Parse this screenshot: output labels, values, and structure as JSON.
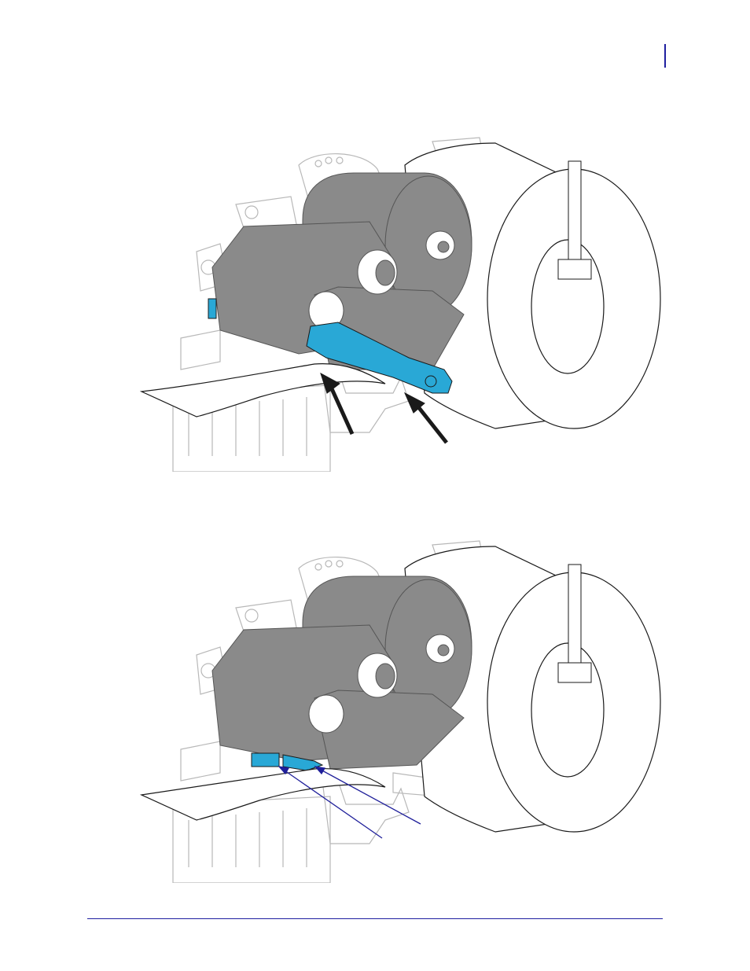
{
  "page": {
    "colors": {
      "accent_rule": "#1f1fa0",
      "ribbon_gray": "#8a8a8a",
      "highlight_blue": "#29a8d6",
      "outline": "#1a1a1a",
      "chassis_line": "#b8b8b8",
      "pointer_black": "#1a1a1a",
      "pointer_blue": "#1f1f9a"
    }
  },
  "figures": [
    {
      "name": "printhead-open",
      "highlight": "blue-release-lever",
      "pointer_style": "black-arrows",
      "pointer_count": 2
    },
    {
      "name": "printhead-closed",
      "highlight": "blue-media-guide",
      "pointer_style": "blue-callout-lines",
      "pointer_count": 2
    }
  ]
}
